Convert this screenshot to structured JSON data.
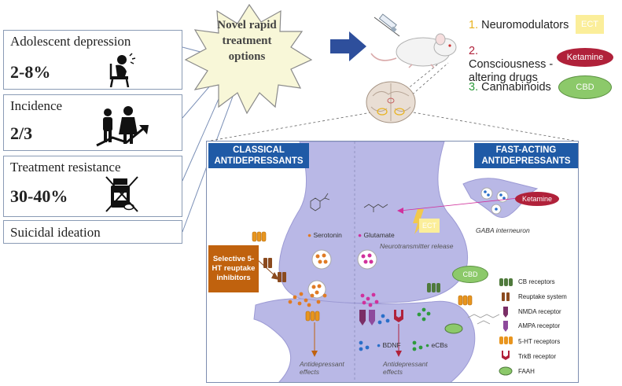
{
  "stats": [
    {
      "label": "Adolescent depression",
      "value": "2-8%",
      "icon": "depressed-person-icon"
    },
    {
      "label": "Incidence",
      "value": "2/3",
      "icon": "growing-family-icon"
    },
    {
      "label": "Treatment resistance",
      "value": "30-40%",
      "icon": "crossed-pill-bottle-icon"
    },
    {
      "label": "Suicidal ideation"
    }
  ],
  "burst_text": "Novel rapid treatment options",
  "options": [
    {
      "number": "1.",
      "label": "Neuromodulators",
      "badge": "ECT",
      "number_color": "#e8b21e"
    },
    {
      "number": "2.",
      "label": "Consciousness -altering drugs",
      "badge": "Ketamine",
      "number_color": "#b0213a"
    },
    {
      "number": "3.",
      "label": "Cannabinoids",
      "badge": "CBD",
      "number_color": "#2e9a3c"
    }
  ],
  "synapse": {
    "classical_title": "CLASSICAL ANTIDEPRESSANTS",
    "fast_title": "FAST-ACTING ANTIDEPRESSANTS",
    "serotonin": "Serotonin",
    "glutamate": "Glutamate",
    "ect": "ECT",
    "release": "Neurotransmitter release",
    "ssri": "Selective 5-HT reuptake inhibitors",
    "ketamine": "Ketamine",
    "gaba": "GABA interneuron",
    "cbd": "CBD",
    "bdnf": "BDNF",
    "ecbs": "eCBs",
    "effects_left": "Antidepressant effects",
    "effects_right": "Antidepressant effects"
  },
  "legend": [
    {
      "label": "CB receptors",
      "color": "#4f7a3c"
    },
    {
      "label": "Reuptake system",
      "color": "#8b4a1e"
    },
    {
      "label": "NMDA receptor",
      "color": "#7a2e66"
    },
    {
      "label": "AMPA receptor",
      "color": "#8e4a9c"
    },
    {
      "label": "5-HT receptors",
      "color": "#e8951e"
    },
    {
      "label": "TrkB receptor",
      "color": "#b0213a"
    },
    {
      "label": "FAAH",
      "color": "#8cc96a"
    }
  ],
  "colors": {
    "tag_blue": "#1f5aa6",
    "ssri_orange": "#c0620e",
    "neuron_purple": "#b9b8e6",
    "serotonin": "#e07b24",
    "glutamate": "#d0319c"
  }
}
